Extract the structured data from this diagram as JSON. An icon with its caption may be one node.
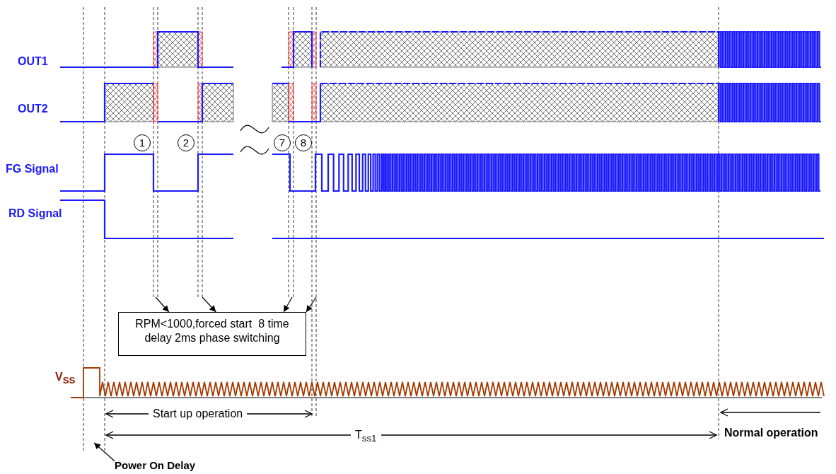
{
  "diagram": {
    "nodes": [
      {
        "text": [
          "RPM<1000,forced start  8 time delay 2ms phase switching"
        ]
      },
      {
        "text": [
          "Power On Delay"
        ]
      }
    ],
    "edges": [
      {
        "from": null,
        "to": 0,
        "arrow": "to"
      },
      {
        "from": null,
        "to": 0,
        "arrow": "to"
      },
      {
        "from": null,
        "to": 0,
        "arrow": "to"
      },
      {
        "from": null,
        "to": 0,
        "arrow": "to"
      },
      {
        "from": 1,
        "to": null,
        "arrow": "to"
      }
    ],
    "labels": [
      "OUT1",
      "OUT2",
      "1",
      "2",
      "7",
      "8",
      "FG Signal",
      "RD Signal",
      "V$_{SS}$",
      "Start up operation",
      "T$_{ss1}$",
      "Normal operation"
    ]
  }
}
